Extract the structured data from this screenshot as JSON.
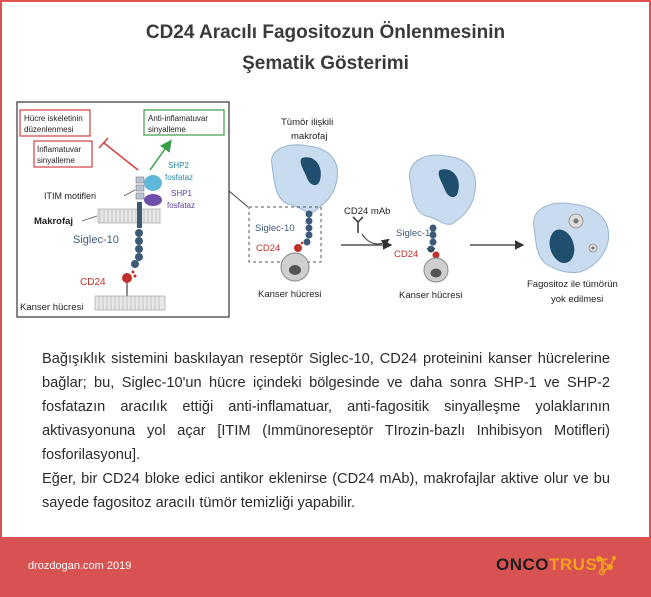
{
  "title": {
    "line1": "CD24 Aracılı Fagositozun Önlenmesinin",
    "line2": "Şematik Gösterimi"
  },
  "diagram": {
    "inset": {
      "box_cytoskeleton": [
        "Hücre iskeletinin",
        "düzenlenmesi"
      ],
      "box_inflammatory": [
        "İnflamatuvar",
        "sinyalleme"
      ],
      "box_anti_inflammatory": [
        "Anti-inflamatuvar",
        "sinyalleme"
      ],
      "shp2": [
        "SHP2",
        "fosfataz"
      ],
      "shp1": [
        "SHP1",
        "fosfataz"
      ],
      "itim": "ITIM motifleri",
      "macrophage": "Makrofaj",
      "siglec": "Siglec-10",
      "cd24": "CD24",
      "cancer_cell": "Kanser hücresi"
    },
    "stage1": {
      "macrophage_label": [
        "Tümör ilişkili",
        "makrofaj"
      ],
      "siglec": "Siglec-10",
      "cd24": "CD24",
      "cancer_cell": "Kanser hücresi"
    },
    "antibody": "CD24 mAb",
    "stage2": {
      "siglec": "Siglec-10",
      "cd24": "CD24",
      "cancer_cell": "Kanser hücresi"
    },
    "stage3": {
      "result": [
        "Fagositoz ile tümörün",
        "yok edilmesi"
      ]
    }
  },
  "description": {
    "p1": "Bağışıklık sistemini baskılayan reseptör Siglec-10, CD24 proteinini kanser hücrelerine bağlar; bu, Siglec-10'un hücre içindeki bölgesinde ve daha sonra SHP-1 ve SHP-2 fosfatazın aracılık ettiği anti-inflamatuar, anti-fagositik sinyalleşme yolaklarının aktivasyonuna yol açar [ITIM (Immünoreseptör TIrozin-bazlı Inhibisyon Motifleri) fosforilasyonu].",
    "p2": "Eğer, bir CD24 bloke edici antikor eklenirse (CD24 mAb), makrofajlar aktive olur ve bu sayede fagositoz aracılı tümör temizliği yapabilir."
  },
  "footer": {
    "url": "drozdogan.com 2019",
    "logo_part1": "ONCO",
    "logo_part2": "TRUST"
  },
  "colors": {
    "border": "#e05252",
    "footer_bg": "#d95252",
    "cell_fill": "#c9dcef",
    "nucleus": "#1f4e6e",
    "siglec": "#3c5a78",
    "cd24": "#c0302b",
    "green": "#3a9d4a",
    "logo_orange": "#f3a21f"
  }
}
